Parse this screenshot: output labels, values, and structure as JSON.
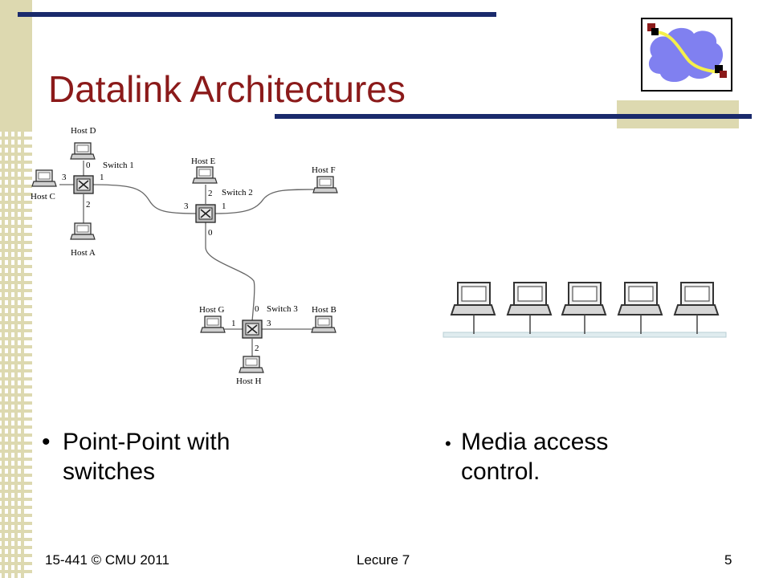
{
  "slide": {
    "title": "Datalink Architectures",
    "page_number": "5"
  },
  "switch_diagram": {
    "hosts": {
      "d": "Host D",
      "c": "Host C",
      "a": "Host A",
      "e": "Host E",
      "f": "Host F",
      "g": "Host G",
      "b": "Host B",
      "h": "Host H"
    },
    "switches": {
      "s1": "Switch 1",
      "s2": "Switch 2",
      "s3": "Switch 3"
    },
    "ports": {
      "s1_top": "0",
      "s1_right": "1",
      "s1_bottom": "2",
      "s1_left": "3",
      "s2_right": "1",
      "s2_top": "2",
      "s2_left": "3",
      "s2_bottom": "0",
      "s3_top": "0",
      "s3_left": "1",
      "s3_right": "3",
      "s3_bottom": "2"
    }
  },
  "bullets": {
    "left": [
      "Point-Point with",
      "switches"
    ],
    "right": [
      "Media access",
      "control."
    ],
    "marker": "•"
  },
  "footer": {
    "course": "15-441 © CMU 2011",
    "lecture": "Lecure 7"
  },
  "colors": {
    "title": "#8b1a1a",
    "bar": "#1a2a6c",
    "stripe": "#ddd9b0",
    "cloud": "#8080f0",
    "path": "#f5f04a"
  },
  "icons": [
    "cloud-network-icon",
    "computer-icon",
    "switch-icon"
  ]
}
